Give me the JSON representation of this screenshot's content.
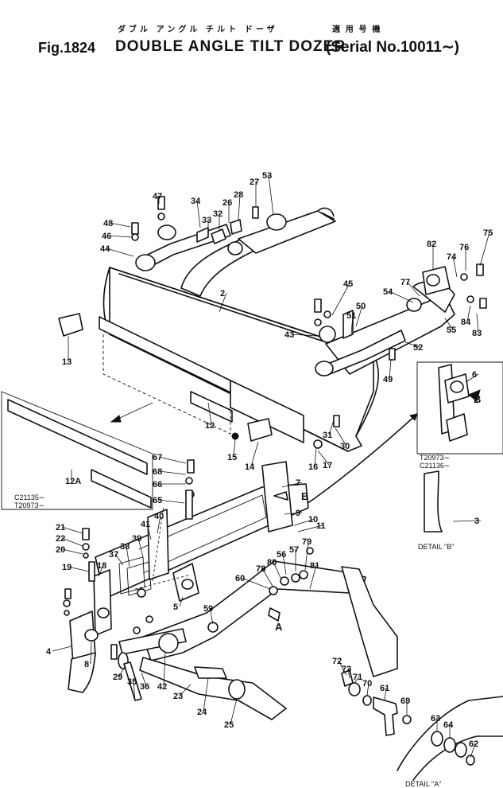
{
  "header": {
    "figure_label": "Fig.1824",
    "title_kana": "ダブル アングル チルト ドーザ",
    "title": "DOUBLE ANGLE TILT DOZER",
    "serial_kana": "適 用 号 機",
    "serial": "(Serial No.10011∼)"
  },
  "callouts": [
    "2",
    "3",
    "4",
    "5",
    "6",
    "7",
    "8",
    "9",
    "10",
    "11",
    "12",
    "12A",
    "13",
    "14",
    "15",
    "16",
    "17",
    "18",
    "19",
    "20",
    "21",
    "22",
    "23",
    "24",
    "25",
    "26",
    "27",
    "28",
    "29",
    "30",
    "31",
    "32",
    "33",
    "34",
    "35",
    "36",
    "37",
    "38",
    "39",
    "40",
    "41",
    "42",
    "43",
    "44",
    "45",
    "46",
    "47",
    "48",
    "49",
    "50",
    "51",
    "52",
    "53",
    "54",
    "55",
    "56",
    "57",
    "59",
    "60",
    "61",
    "62",
    "63",
    "64",
    "65",
    "66",
    "67",
    "68",
    "69",
    "70",
    "71",
    "72",
    "73",
    "74",
    "75",
    "76",
    "77",
    "78",
    "79",
    "80",
    "81",
    "82",
    "83",
    "84"
  ],
  "notes": {
    "inset_serials": [
      "C21135∼",
      "T20973∼"
    ],
    "detail_b_serials": [
      "T20973∼",
      "C21136∼"
    ],
    "detail_b_label": "DETAIL \"B\"",
    "detail_a_label": "DETAIL \"A\"",
    "view_a": "A",
    "view_b": "B"
  }
}
